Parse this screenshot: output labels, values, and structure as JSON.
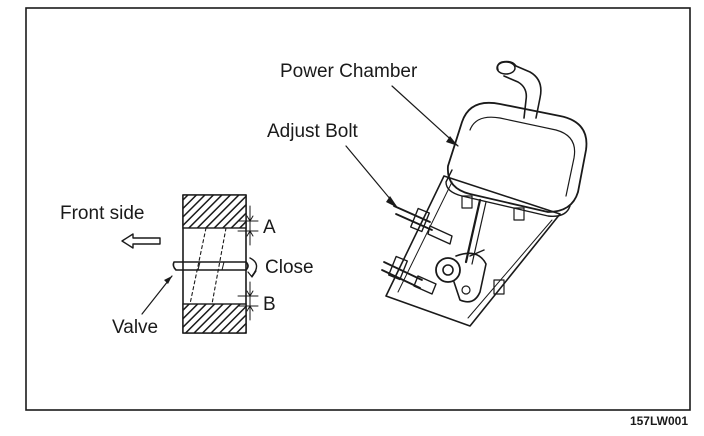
{
  "labels": {
    "power_chamber": "Power Chamber",
    "adjust_bolt": "Adjust Bolt",
    "front_side": "Front side",
    "valve": "Valve",
    "close": "Close",
    "a": "A",
    "b": "B"
  },
  "figure_code": "157LW001"
}
